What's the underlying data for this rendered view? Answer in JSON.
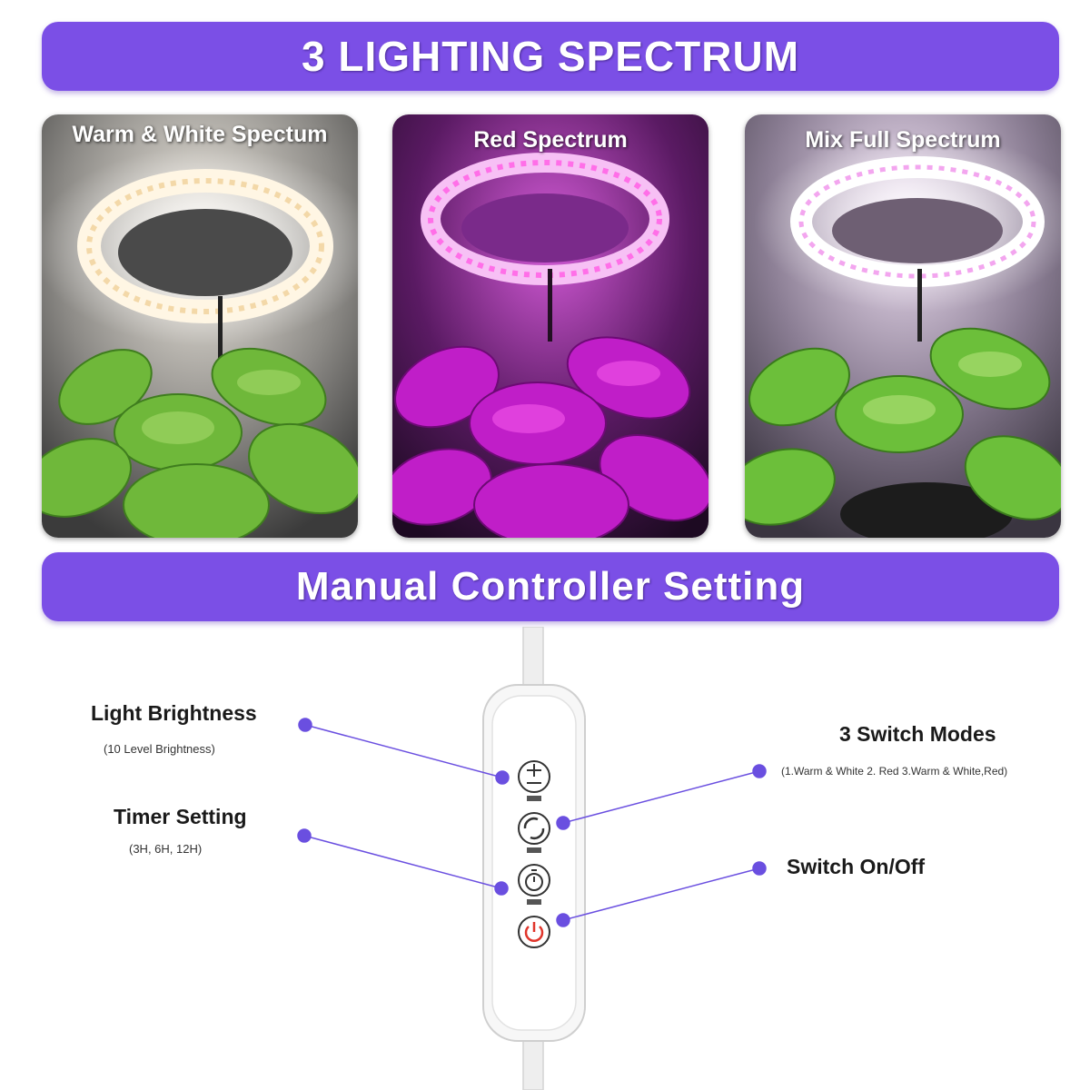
{
  "banners": {
    "top": "3 LIGHTING SPECTRUM",
    "middle": "Manual Controller Setting"
  },
  "panels": [
    {
      "title": "Warm & White Spectum"
    },
    {
      "title": "Red Spectrum"
    },
    {
      "title": "Mix Full Spectrum"
    }
  ],
  "callouts": {
    "brightness": {
      "title": "Light Brightness",
      "sub": "(10 Level Brightness)"
    },
    "timer": {
      "title": "Timer Setting",
      "sub": "(3H, 6H, 12H)"
    },
    "modes": {
      "title": "3 Switch Modes",
      "sub": "(1.Warm & White 2. Red  3.Warm & White,Red)"
    },
    "power": {
      "title": "Switch  On/Off"
    }
  },
  "controller_buttons": [
    {
      "icon": "plus-minus-icon"
    },
    {
      "icon": "cycle-icon"
    },
    {
      "icon": "timer-icon"
    },
    {
      "icon": "power-icon"
    }
  ],
  "colors": {
    "banner": "#7b4fe6",
    "callout_dot": "#6a4fe0",
    "power_red": "#e0352b"
  }
}
